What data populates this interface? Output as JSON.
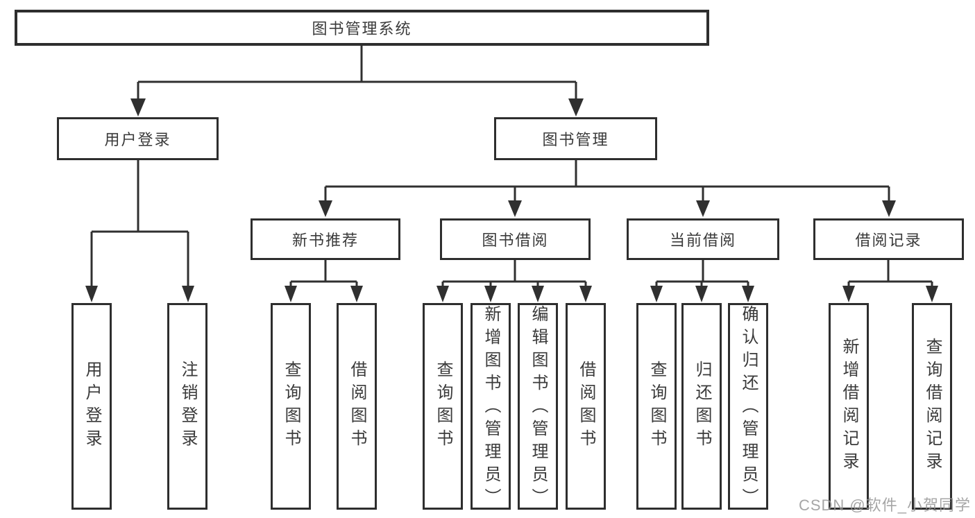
{
  "tree": {
    "root": "图书管理系统",
    "children": [
      {
        "label": "用户登录",
        "children": [
          "用户登录",
          "注销登录"
        ]
      },
      {
        "label": "图书管理",
        "children": [
          {
            "label": "新书推荐",
            "children": [
              "查询图书",
              "借阅图书"
            ]
          },
          {
            "label": "图书借阅",
            "children": [
              "查询图书",
              "新增图书（管理员）",
              "编辑图书（管理员）",
              "借阅图书"
            ]
          },
          {
            "label": "当前借阅",
            "children": [
              "查询图书",
              "归还图书",
              "确认归还（管理员）"
            ]
          },
          {
            "label": "借阅记录",
            "children": [
              "新增借阅记录",
              "查询借阅记录"
            ]
          }
        ]
      }
    ]
  },
  "watermark": {
    "text": "CSDN @软件_小贺同学"
  },
  "colors": {
    "line": "#303030",
    "box_border": "#2e2e2e",
    "text": "#3a3a3a",
    "watermark": "#969696",
    "background": "#ffffff"
  }
}
